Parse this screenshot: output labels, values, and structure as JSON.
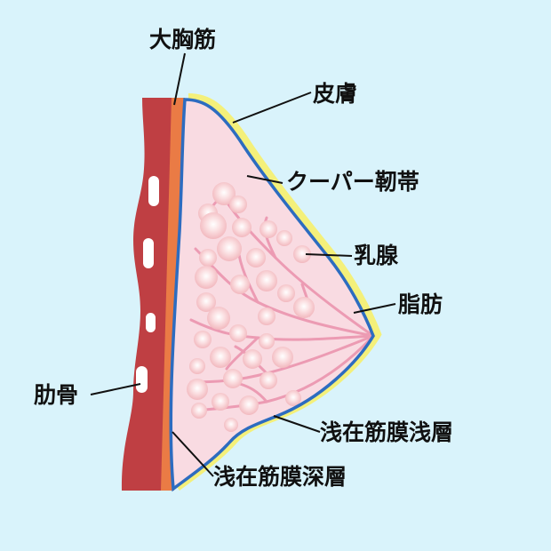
{
  "labels": {
    "pectoralis_major": "大胸筋",
    "skin": "皮膚",
    "cooper_ligament": "クーパー靭帯",
    "mammary_gland": "乳腺",
    "fat": "脂肪",
    "rib": "肋骨",
    "superficial_fascia_superficial_layer": "浅在筋膜浅層",
    "superficial_fascia_deep_layer": "浅在筋膜深層"
  },
  "colors": {
    "background": "#d9f3fb",
    "chest_wall": "#bf3f43",
    "pectoralis_muscle": "#ea7b45",
    "skin_outline": "#2d6cc0",
    "skin_highlight": "#f4f07a",
    "breast_fill": "#f9dbe2",
    "gland_ducts": "#ec9bb3",
    "gland_lobules": "#f7c8cb",
    "rib": "#ffffff"
  }
}
